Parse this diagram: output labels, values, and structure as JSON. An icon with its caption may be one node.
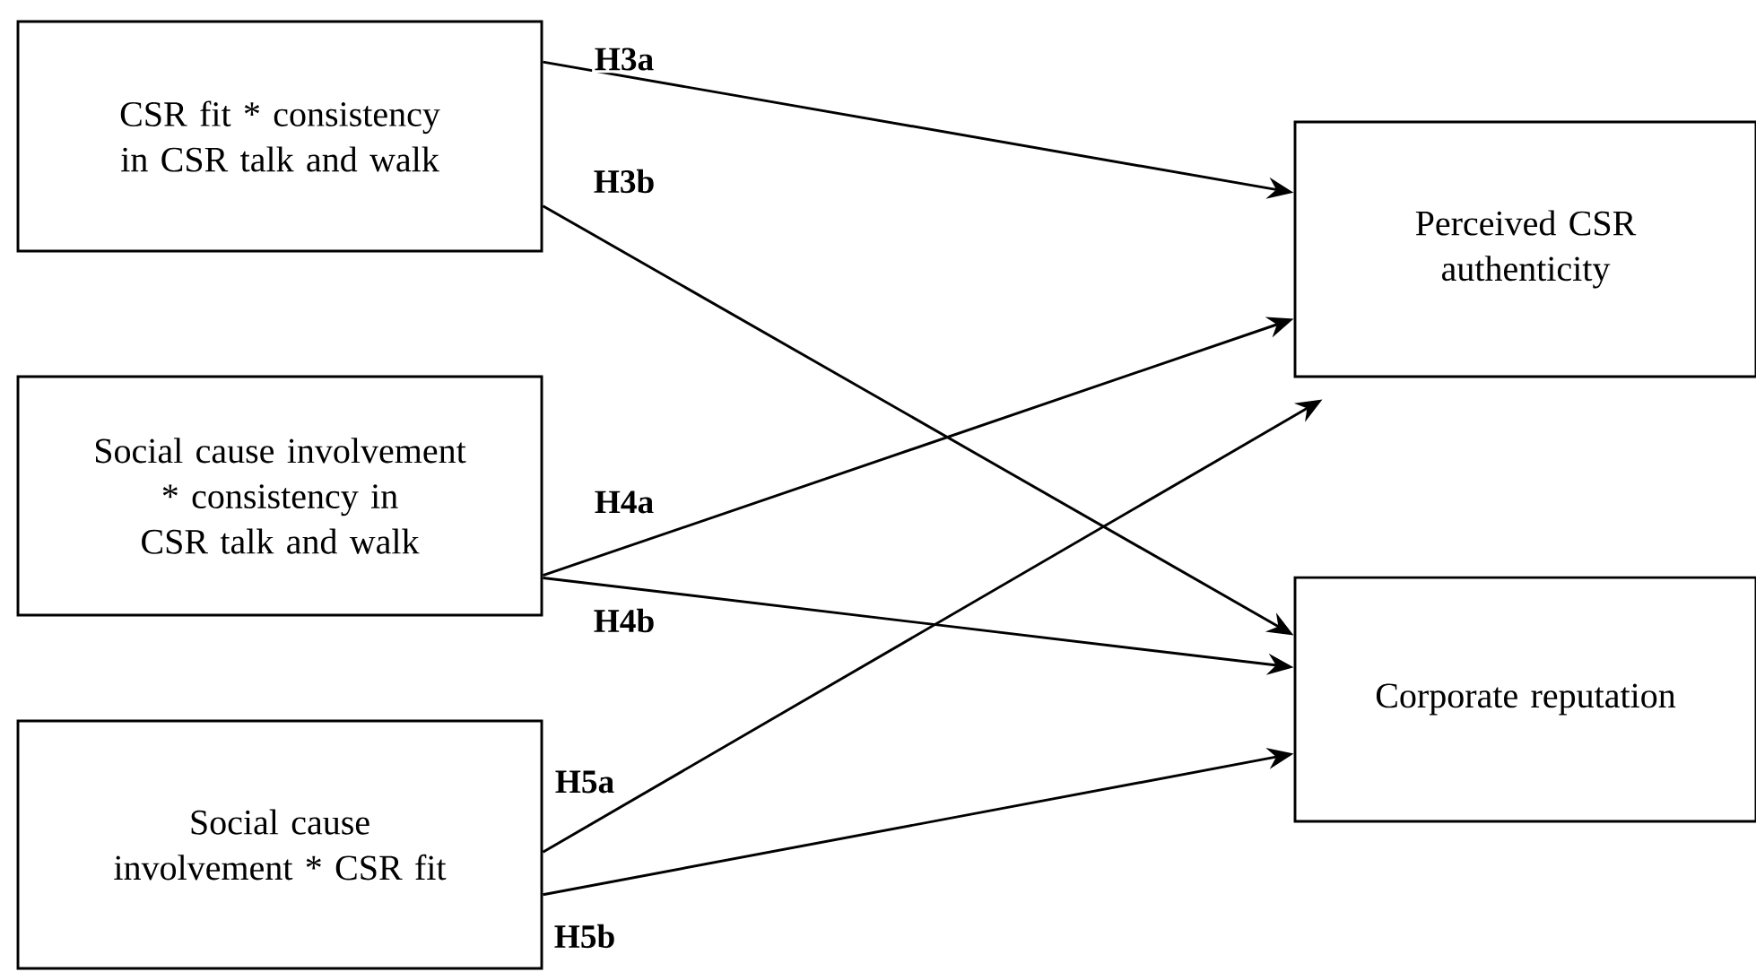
{
  "diagram": {
    "nodes": [
      {
        "text": [
          "CSR fit * consistency in CSR talk and walk"
        ]
      },
      {
        "text": [
          "Social cause involvement * consistency in CSR talk and walk"
        ]
      },
      {
        "text": [
          "Social cause involvement * CSR fit"
        ]
      },
      {
        "text": [
          "Perceived CSR authenticity"
        ]
      },
      {
        "text": [
          "Corporate reputation"
        ]
      }
    ],
    "edges": [
      {
        "from": 0,
        "to": 3,
        "arrow": "to",
        "label": "H3a"
      },
      {
        "from": 0,
        "to": 4,
        "arrow": "to",
        "label": "H3b"
      },
      {
        "from": 1,
        "to": 3,
        "arrow": "to",
        "label": "H4a"
      },
      {
        "from": 1,
        "to": 4,
        "arrow": "to",
        "label": "H4b"
      },
      {
        "from": 2,
        "to": 3,
        "arrow": "to",
        "label": "H5a"
      },
      {
        "from": 2,
        "to": 4,
        "arrow": "to",
        "label": "H5b"
      }
    ]
  }
}
